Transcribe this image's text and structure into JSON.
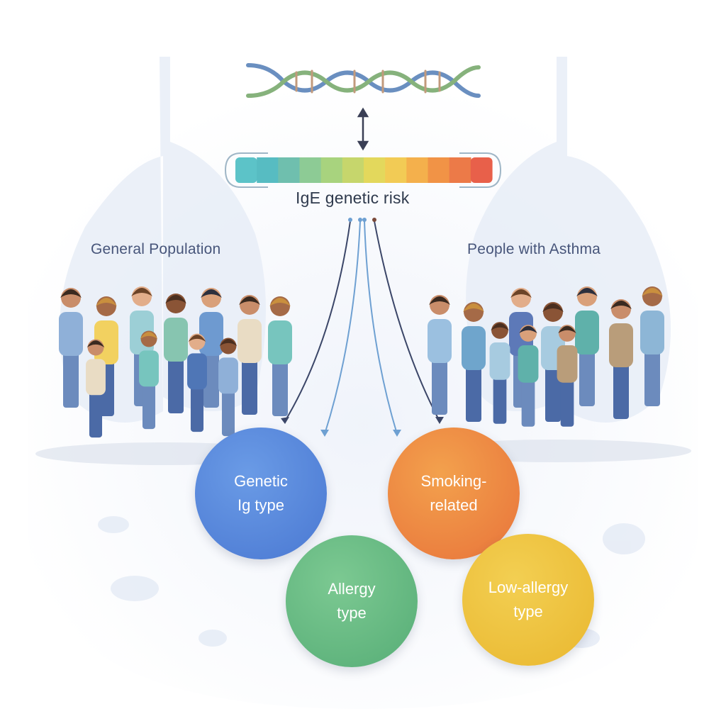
{
  "risk_bar": {
    "label": "IgE genetic risk",
    "colors": [
      "#5cc3c8",
      "#57bcc2",
      "#6fbfae",
      "#8dcb95",
      "#a8d37e",
      "#c6d66c",
      "#e3d85c",
      "#f2cb55",
      "#f4b04c",
      "#f19346",
      "#ec7a48",
      "#e8604a"
    ]
  },
  "groups": {
    "general_population": "General Population",
    "people_with_asthma": "People with Asthma"
  },
  "phenotypes": [
    {
      "lines": [
        "Genetic",
        "Ig type"
      ],
      "color": "#5a8ade"
    },
    {
      "lines": [
        "Smoking-",
        "related"
      ],
      "color": "#ee8a40"
    },
    {
      "lines": [
        "Allergy",
        "type"
      ],
      "color": "#68bb84"
    },
    {
      "lines": [
        "Low-allergy",
        "type"
      ],
      "color": "#efc441"
    }
  ],
  "icons": [
    "dna-helix-icon",
    "double-arrow-icon",
    "lungs-silhouette-icon",
    "people-crowd-icon"
  ]
}
